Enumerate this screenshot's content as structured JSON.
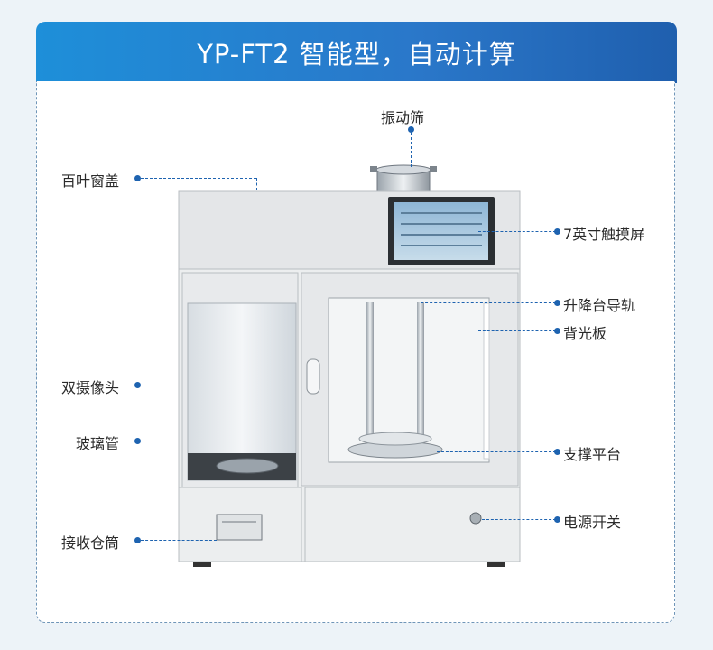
{
  "title": "YP-FT2 智能型，自动计算",
  "labels": {
    "vibrating_sieve": "振动筛",
    "louver_cover": "百叶窗盖",
    "touch_screen": "7英寸触摸屏",
    "lift_rail": "升降台导轨",
    "backlight": "背光板",
    "dual_camera": "双摄像头",
    "glass_tube": "玻璃管",
    "support_platform": "支撑平台",
    "receiver_bin": "接收仓筒",
    "power_switch": "电源开关"
  },
  "colors": {
    "banner_start": "#1e8fd9",
    "banner_end": "#1f5fae",
    "callout": "#1e63b0"
  }
}
